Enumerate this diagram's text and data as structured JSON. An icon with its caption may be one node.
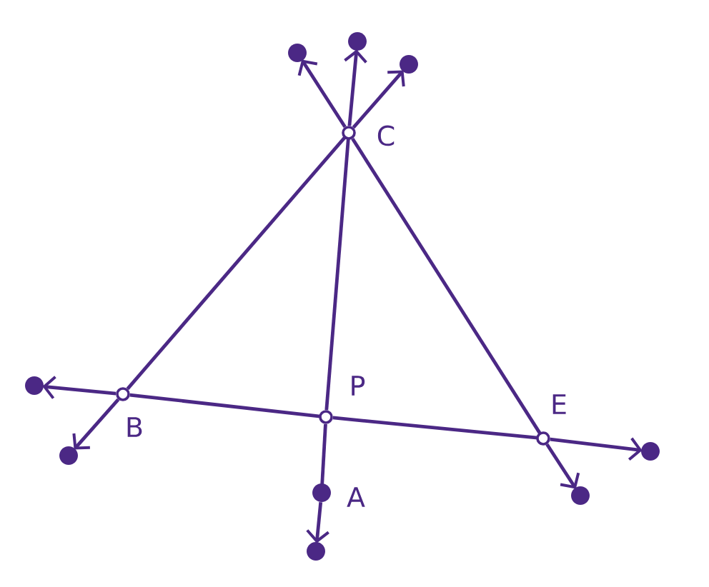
{
  "diagram": {
    "nodes": [
      {
        "text": [],
        "shape": "circle",
        "beside": [
          "C"
        ]
      },
      {
        "text": [],
        "shape": "circle",
        "beside": [
          "B"
        ]
      },
      {
        "text": [],
        "shape": "circle",
        "beside": [
          "P"
        ]
      },
      {
        "text": [],
        "shape": "circle",
        "beside": [
          "E"
        ]
      },
      {
        "text": [],
        "shape": "dot",
        "beside": [
          "A"
        ]
      },
      {
        "text": [],
        "shape": "dot"
      },
      {
        "text": [],
        "shape": "dot"
      },
      {
        "text": [],
        "shape": "dot"
      },
      {
        "text": [],
        "shape": "dot"
      },
      {
        "text": [],
        "shape": "dot"
      },
      {
        "text": [],
        "shape": "dot"
      },
      {
        "text": [],
        "shape": "dot"
      },
      {
        "text": [],
        "shape": "dot"
      }
    ],
    "edges": [
      {
        "from": 1,
        "to": 9,
        "arrow": "to"
      },
      {
        "from": 1,
        "to": 0,
        "arrow": "none"
      },
      {
        "from": 0,
        "to": 7,
        "arrow": "to"
      },
      {
        "from": 0,
        "to": 6,
        "arrow": "to"
      },
      {
        "from": 2,
        "to": 0,
        "arrow": "none"
      },
      {
        "from": 2,
        "to": 4,
        "arrow": "none"
      },
      {
        "from": 4,
        "to": 10,
        "arrow": "to"
      },
      {
        "from": 0,
        "to": 5,
        "arrow": "to"
      },
      {
        "from": 0,
        "to": 3,
        "arrow": "none"
      },
      {
        "from": 3,
        "to": 11,
        "arrow": "to"
      },
      {
        "from": 1,
        "to": 8,
        "arrow": "to"
      },
      {
        "from": 1,
        "to": 2,
        "arrow": "none"
      },
      {
        "from": 2,
        "to": 3,
        "arrow": "none"
      },
      {
        "from": 3,
        "to": 12,
        "arrow": "to"
      }
    ]
  }
}
